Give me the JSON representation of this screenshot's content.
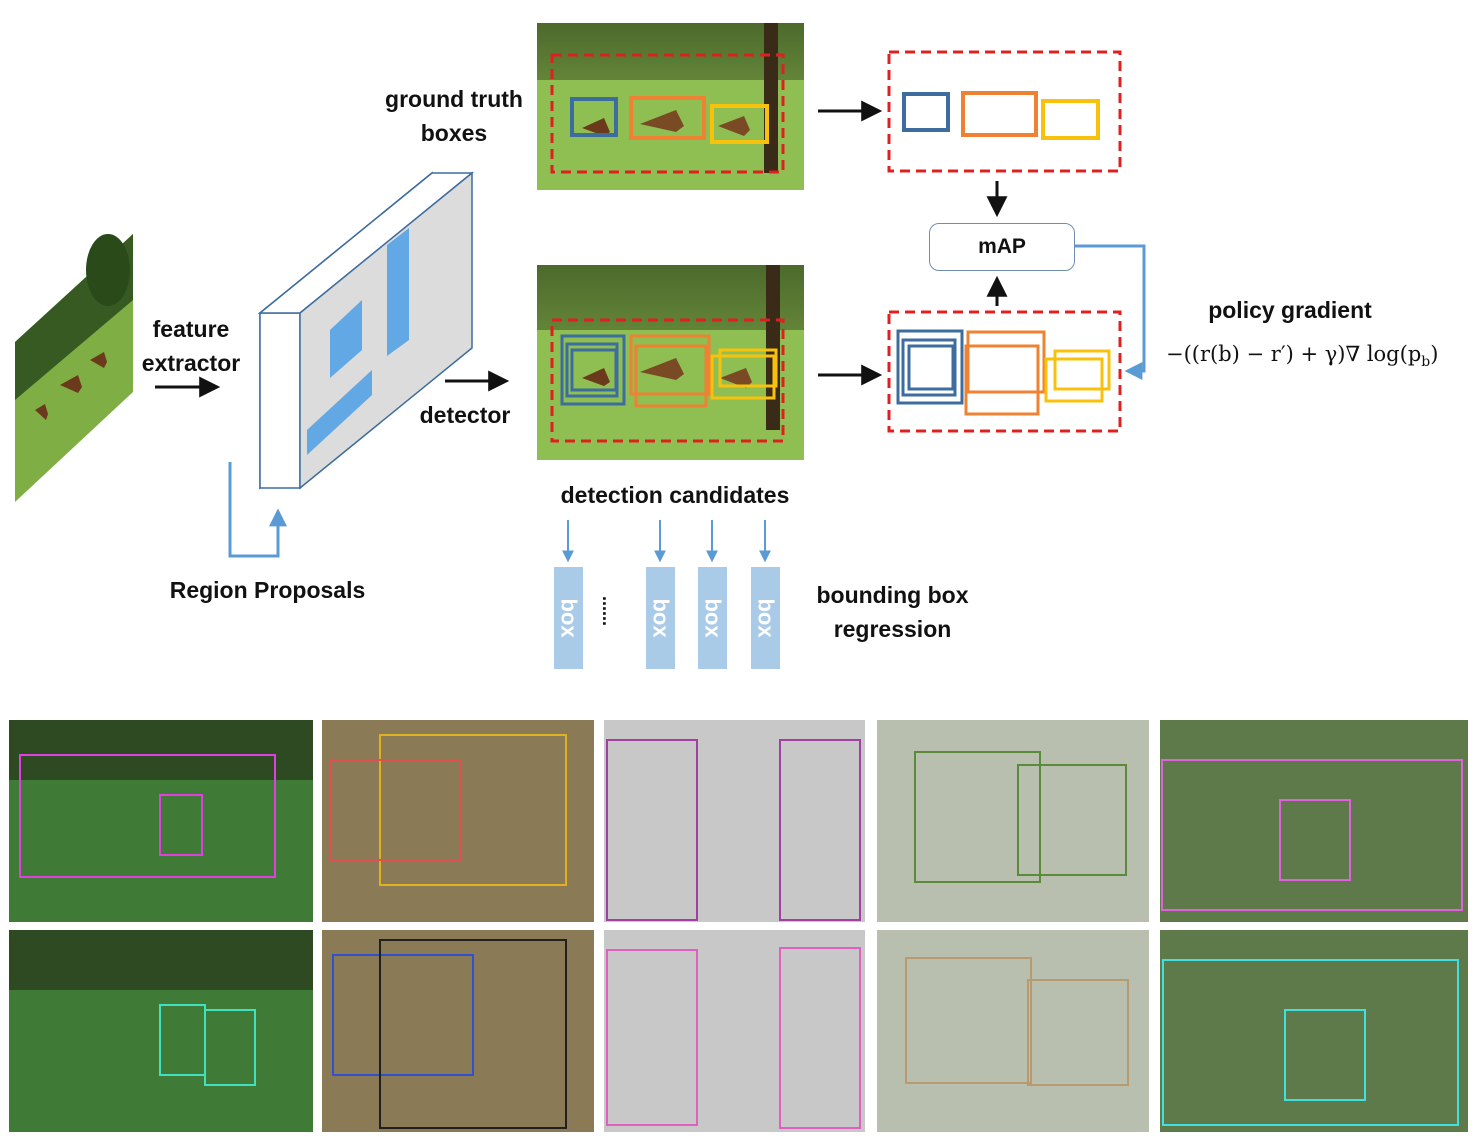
{
  "labels": {
    "feature_extractor_1": "feature",
    "feature_extractor_2": "extractor",
    "ground_truth_1": "ground truth",
    "ground_truth_2": "boxes",
    "detector": "detector",
    "detection_candidates": "detection candidates",
    "region_proposals": "Region Proposals",
    "map": "mAP",
    "policy_gradient": "policy gradient",
    "formula": "−((r(b) − r′) + γ)∇ log(p",
    "formula_sub": "b",
    "formula_end": ")",
    "bbox_regression_1": "bounding box",
    "bbox_regression_2": "regression",
    "box_tags": [
      "box",
      "box",
      "box",
      "box"
    ],
    "dots": "......"
  },
  "colors": {
    "blue_box": "#3d6d9e",
    "orange_box": "#ee8132",
    "yellow_box": "#f8c10b",
    "red_dash": "#e02020",
    "arrow_blue": "#5b9bd5",
    "cnn_fill": "#dcdcdc",
    "cnn_block": "#62a8e5",
    "box_tag": "#a9cbe8"
  },
  "examples": {
    "top_row_boxes": [
      "magenta",
      "red-yellow",
      "purple",
      "green",
      "multi"
    ],
    "bottom_row_boxes": [
      "teal",
      "blue-black",
      "pink",
      "tan",
      "cyan"
    ]
  }
}
